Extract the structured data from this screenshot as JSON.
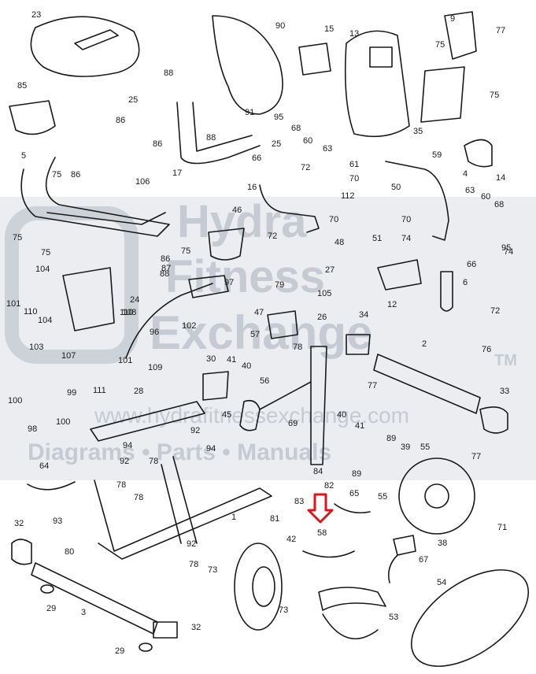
{
  "watermark": {
    "line1": "Hydra",
    "line2": "Fitness",
    "line3": "Exchange",
    "tm": "TM",
    "url": "www.hydrafitnessexchange.com",
    "tagline": "Diagrams • Parts • Manuals"
  },
  "callouts": [
    {
      "id": "c-23",
      "label": "23"
    },
    {
      "id": "c-90",
      "label": "90"
    },
    {
      "id": "c-15",
      "label": "15"
    },
    {
      "id": "c-13",
      "label": "13"
    },
    {
      "id": "c-9",
      "label": "9"
    },
    {
      "id": "c-77a",
      "label": "77"
    },
    {
      "id": "c-75a",
      "label": "75"
    },
    {
      "id": "c-88a",
      "label": "88"
    },
    {
      "id": "c-25a",
      "label": "25"
    },
    {
      "id": "c-85",
      "label": "85"
    },
    {
      "id": "c-86a",
      "label": "86"
    },
    {
      "id": "c-75b",
      "label": "75"
    },
    {
      "id": "c-91",
      "label": "91"
    },
    {
      "id": "c-95a",
      "label": "95"
    },
    {
      "id": "c-68a",
      "label": "68"
    },
    {
      "id": "c-86b",
      "label": "86"
    },
    {
      "id": "c-88b",
      "label": "88"
    },
    {
      "id": "c-25b",
      "label": "25"
    },
    {
      "id": "c-60a",
      "label": "60"
    },
    {
      "id": "c-63a",
      "label": "63"
    },
    {
      "id": "c-35",
      "label": "35"
    },
    {
      "id": "c-17",
      "label": "17"
    },
    {
      "id": "c-66a",
      "label": "66"
    },
    {
      "id": "c-61",
      "label": "61"
    },
    {
      "id": "c-59",
      "label": "59"
    },
    {
      "id": "c-14",
      "label": "14"
    },
    {
      "id": "c-5",
      "label": "5"
    },
    {
      "id": "c-75c",
      "label": "75"
    },
    {
      "id": "c-86c",
      "label": "86"
    },
    {
      "id": "c-106",
      "label": "106"
    },
    {
      "id": "c-72a",
      "label": "72"
    },
    {
      "id": "c-70a",
      "label": "70"
    },
    {
      "id": "c-4",
      "label": "4"
    },
    {
      "id": "c-16",
      "label": "16"
    },
    {
      "id": "c-112",
      "label": "112"
    },
    {
      "id": "c-50",
      "label": "50"
    },
    {
      "id": "c-63b",
      "label": "63"
    },
    {
      "id": "c-60b",
      "label": "60"
    },
    {
      "id": "c-68b",
      "label": "68"
    },
    {
      "id": "c-46",
      "label": "46"
    },
    {
      "id": "c-70b",
      "label": "70"
    },
    {
      "id": "c-70c",
      "label": "70"
    },
    {
      "id": "c-75d",
      "label": "75"
    },
    {
      "id": "c-72b",
      "label": "72"
    },
    {
      "id": "c-51",
      "label": "51"
    },
    {
      "id": "c-74a",
      "label": "74"
    },
    {
      "id": "c-74b",
      "label": "74"
    },
    {
      "id": "c-95b",
      "label": "95"
    },
    {
      "id": "c-75e",
      "label": "75"
    },
    {
      "id": "c-48",
      "label": "48"
    },
    {
      "id": "c-66b",
      "label": "66"
    },
    {
      "id": "c-75f",
      "label": "75"
    },
    {
      "id": "c-86d",
      "label": "86"
    },
    {
      "id": "c-104a",
      "label": "104"
    },
    {
      "id": "c-87",
      "label": "87"
    },
    {
      "id": "c-88c",
      "label": "88"
    },
    {
      "id": "c-97",
      "label": "97"
    },
    {
      "id": "c-27",
      "label": "27"
    },
    {
      "id": "c-6",
      "label": "6"
    },
    {
      "id": "c-79",
      "label": "79"
    },
    {
      "id": "c-101a",
      "label": "101"
    },
    {
      "id": "c-110a",
      "label": "110"
    },
    {
      "id": "c-24",
      "label": "24"
    },
    {
      "id": "c-105",
      "label": "105"
    },
    {
      "id": "c-12",
      "label": "12"
    },
    {
      "id": "c-104b",
      "label": "104"
    },
    {
      "id": "c-108",
      "label": "108"
    },
    {
      "id": "c-110b",
      "label": "110"
    },
    {
      "id": "c-102",
      "label": "102"
    },
    {
      "id": "c-47",
      "label": "47"
    },
    {
      "id": "c-26",
      "label": "26"
    },
    {
      "id": "c-72c",
      "label": "72"
    },
    {
      "id": "c-96",
      "label": "96"
    },
    {
      "id": "c-34",
      "label": "34"
    },
    {
      "id": "c-103",
      "label": "103"
    },
    {
      "id": "c-57",
      "label": "57"
    },
    {
      "id": "c-78a",
      "label": "78"
    },
    {
      "id": "c-2",
      "label": "2"
    },
    {
      "id": "c-76",
      "label": "76"
    },
    {
      "id": "c-107",
      "label": "107"
    },
    {
      "id": "c-101b",
      "label": "101"
    },
    {
      "id": "c-109",
      "label": "109"
    },
    {
      "id": "c-30",
      "label": "30"
    },
    {
      "id": "c-41a",
      "label": "41"
    },
    {
      "id": "c-40a",
      "label": "40"
    },
    {
      "id": "c-77b",
      "label": "77"
    },
    {
      "id": "c-56",
      "label": "56"
    },
    {
      "id": "c-111",
      "label": "111"
    },
    {
      "id": "c-100a",
      "label": "100"
    },
    {
      "id": "c-99",
      "label": "99"
    },
    {
      "id": "c-28",
      "label": "28"
    },
    {
      "id": "c-45",
      "label": "45"
    },
    {
      "id": "c-33",
      "label": "33"
    },
    {
      "id": "c-98",
      "label": "98"
    },
    {
      "id": "c-100b",
      "label": "100"
    },
    {
      "id": "c-69",
      "label": "69"
    },
    {
      "id": "c-40b",
      "label": "40"
    },
    {
      "id": "c-41b",
      "label": "41"
    },
    {
      "id": "c-92a",
      "label": "92"
    },
    {
      "id": "c-94a",
      "label": "94"
    },
    {
      "id": "c-94b",
      "label": "94"
    },
    {
      "id": "c-89a",
      "label": "89"
    },
    {
      "id": "c-39",
      "label": "39"
    },
    {
      "id": "c-55a",
      "label": "55"
    },
    {
      "id": "c-77c",
      "label": "77"
    },
    {
      "id": "c-64",
      "label": "64"
    },
    {
      "id": "c-92b",
      "label": "92"
    },
    {
      "id": "c-78b",
      "label": "78"
    },
    {
      "id": "c-84",
      "label": "84"
    },
    {
      "id": "c-89b",
      "label": "89"
    },
    {
      "id": "c-78c",
      "label": "78"
    },
    {
      "id": "c-82",
      "label": "82"
    },
    {
      "id": "c-78d",
      "label": "78"
    },
    {
      "id": "c-83",
      "label": "83"
    },
    {
      "id": "c-65",
      "label": "65"
    },
    {
      "id": "c-55b",
      "label": "55"
    },
    {
      "id": "c-93",
      "label": "93"
    },
    {
      "id": "c-1",
      "label": "1"
    },
    {
      "id": "c-81",
      "label": "81"
    },
    {
      "id": "c-71",
      "label": "71"
    },
    {
      "id": "c-32a",
      "label": "32"
    },
    {
      "id": "c-58",
      "label": "58"
    },
    {
      "id": "c-42",
      "label": "42"
    },
    {
      "id": "c-92c",
      "label": "92"
    },
    {
      "id": "c-38",
      "label": "38"
    },
    {
      "id": "c-80",
      "label": "80"
    },
    {
      "id": "c-67",
      "label": "67"
    },
    {
      "id": "c-73a",
      "label": "73"
    },
    {
      "id": "c-78e",
      "label": "78"
    },
    {
      "id": "c-54",
      "label": "54"
    },
    {
      "id": "c-29a",
      "label": "29"
    },
    {
      "id": "c-3",
      "label": "3"
    },
    {
      "id": "c-73b",
      "label": "73"
    },
    {
      "id": "c-53",
      "label": "53"
    },
    {
      "id": "c-32b",
      "label": "32"
    },
    {
      "id": "c-29b",
      "label": "29"
    }
  ],
  "highlight": {
    "part": "58",
    "color": "#d9161b"
  },
  "colors": {
    "line": "#1a1a1a",
    "watermark": "#9aa3b0",
    "arrow": "#d9161b"
  }
}
